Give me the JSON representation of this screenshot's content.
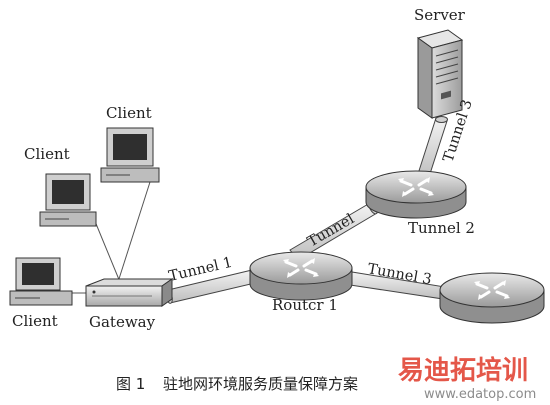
{
  "nodes": {
    "server": "Server",
    "client_top": "Client",
    "client_mid": "Client",
    "client_bottom": "Client",
    "gateway": "Gateway",
    "router1": "Routcr 1",
    "tunnel2": "Tunnel 2"
  },
  "links": {
    "tunnel1": "Tunnel 1",
    "tunnel_r1_r2": "Tunnel",
    "tunnel3_right": "Tunnel 3",
    "tunnel3_server": "Tunnel 3"
  },
  "caption": {
    "label": "图 1",
    "text": "驻地网环境服务质量保障方案"
  },
  "watermark": {
    "brand": "易迪拓培训",
    "url": "www.edatop.com"
  }
}
